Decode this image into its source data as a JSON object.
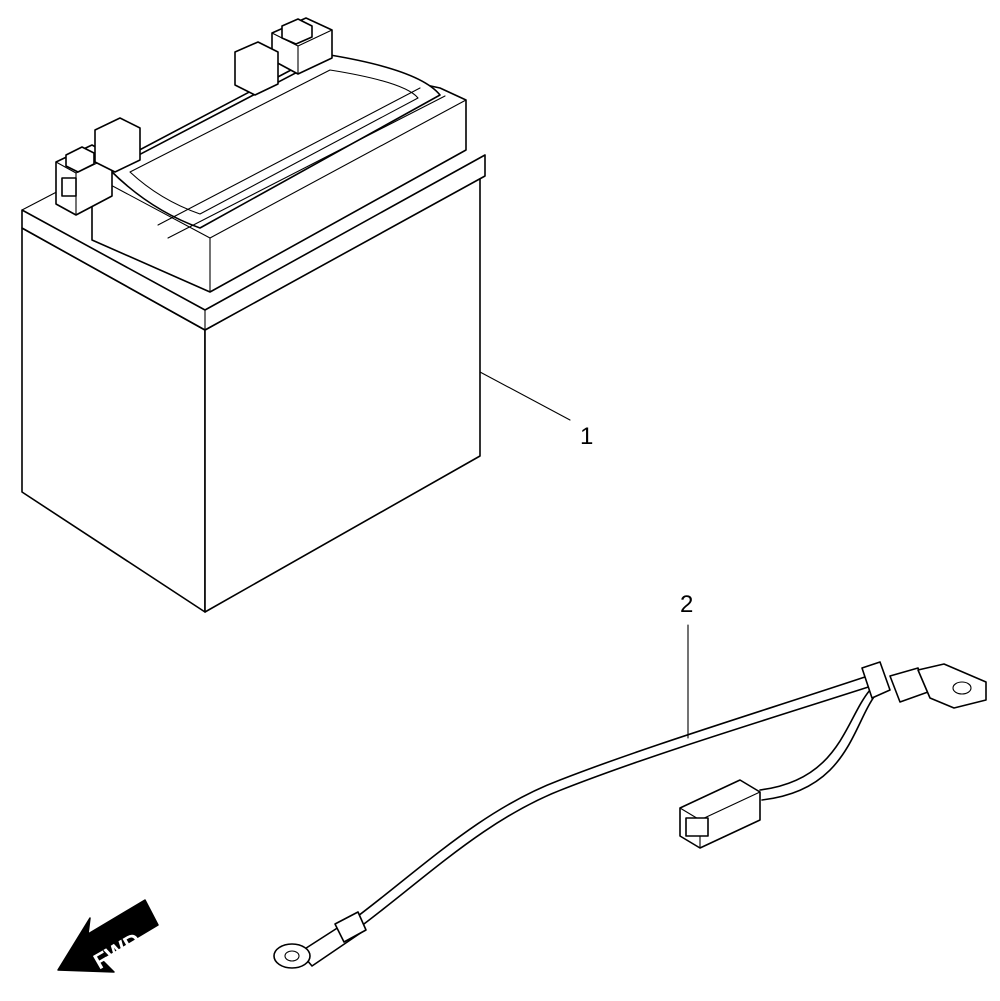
{
  "callouts": [
    {
      "label": "1",
      "part": "battery"
    },
    {
      "label": "2",
      "part": "battery-cable"
    }
  ],
  "direction_arrow": {
    "label": "FWD"
  },
  "icons": [
    "battery-icon",
    "cable-harness-icon",
    "fwd-arrow-icon"
  ]
}
